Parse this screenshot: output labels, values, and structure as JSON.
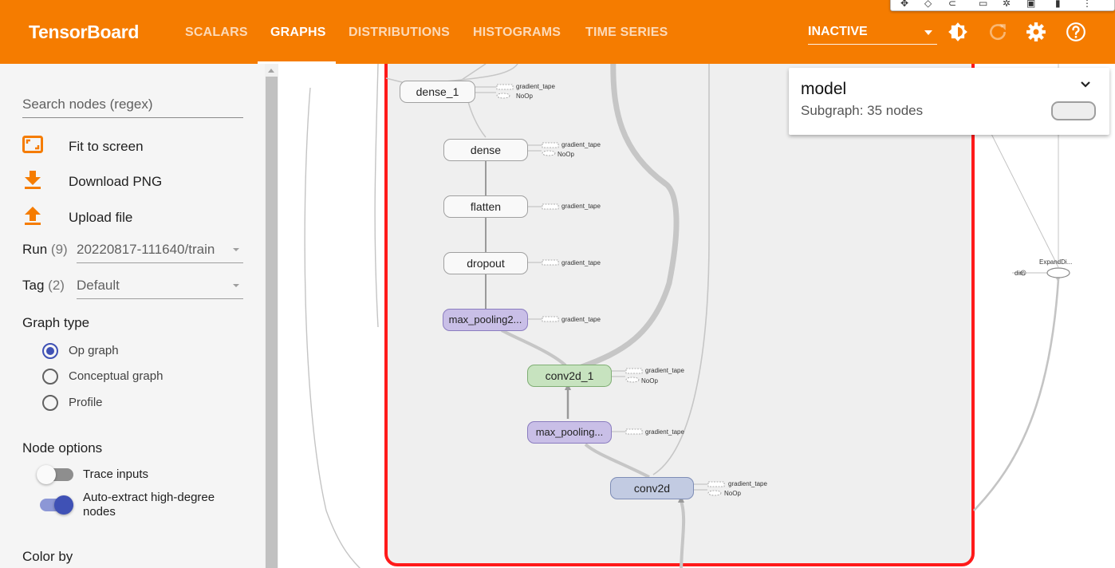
{
  "app": {
    "title": "TensorBoard"
  },
  "tabs": [
    {
      "label": "SCALARS"
    },
    {
      "label": "GRAPHS"
    },
    {
      "label": "DISTRIBUTIONS"
    },
    {
      "label": "HISTOGRAMS"
    },
    {
      "label": "TIME SERIES"
    }
  ],
  "active_tab": "GRAPHS",
  "status_select": {
    "value": "INACTIVE"
  },
  "toolbar_icons": [
    "brightness-icon",
    "refresh-icon",
    "settings-icon",
    "help-icon"
  ],
  "sidebar": {
    "search_placeholder": "Search nodes (regex)",
    "actions": [
      {
        "label": "Fit to screen",
        "icon": "fit-screen-icon"
      },
      {
        "label": "Download PNG",
        "icon": "download-icon"
      },
      {
        "label": "Upload file",
        "icon": "upload-icon"
      }
    ],
    "run": {
      "label": "Run",
      "count": "(9)",
      "value": "20220817-111640/train"
    },
    "tag": {
      "label": "Tag",
      "count": "(2)",
      "value": "Default"
    },
    "graph_type": {
      "title": "Graph type",
      "options": [
        "Op graph",
        "Conceptual graph",
        "Profile"
      ],
      "selected": "Op graph"
    },
    "node_options": {
      "title": "Node options",
      "trace_inputs": {
        "label": "Trace inputs",
        "on": false
      },
      "auto_extract": {
        "label": "Auto-extract high-degree nodes",
        "on": true
      }
    },
    "color_by": {
      "title": "Color by"
    }
  },
  "graph": {
    "nodes": [
      {
        "label": "dense_1",
        "ports": [
          "gradient_tape",
          "NoOp"
        ]
      },
      {
        "label": "dense",
        "ports": [
          "gradient_tape",
          "NoOp"
        ]
      },
      {
        "label": "flatten",
        "ports": [
          "gradient_tape"
        ]
      },
      {
        "label": "dropout",
        "ports": [
          "gradient_tape"
        ]
      },
      {
        "label": "max_pooling2...",
        "ports": [
          "gradient_tape"
        ]
      },
      {
        "label": "conv2d_1",
        "ports": [
          "gradient_tape",
          "NoOp"
        ]
      },
      {
        "label": "max_pooling...",
        "ports": [
          "gradient_tape"
        ]
      },
      {
        "label": "conv2d",
        "ports": [
          "gradient_tape",
          "NoOp"
        ]
      }
    ],
    "expand_dims": {
      "label": "ExpandDi...",
      "input": "dim"
    },
    "colors": {
      "selection_border": "#ff0000",
      "pool": "#c9bfe7",
      "conv2d_1": "#c7e3bf",
      "conv2d": "#c2cbe2"
    }
  },
  "info_card": {
    "title": "model",
    "subtitle": "Subgraph: 35 nodes"
  },
  "colors": {
    "header": "#f57c00",
    "accent": "#3f51b5"
  }
}
